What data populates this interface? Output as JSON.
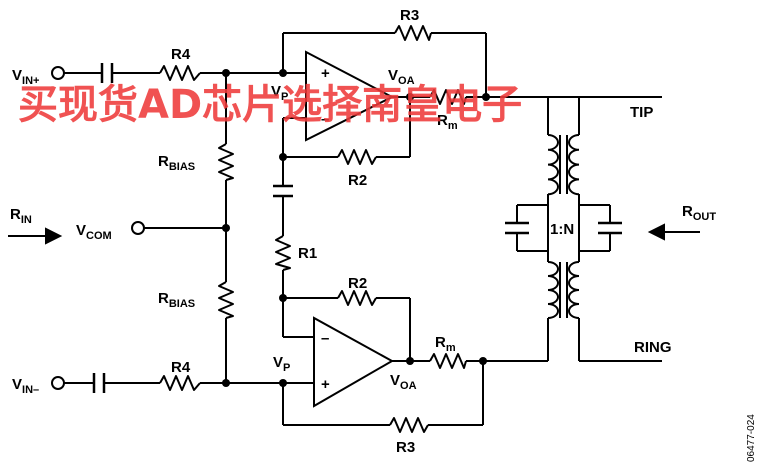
{
  "labels": {
    "vin_plus": "V",
    "vin_plus_sub": "IN+",
    "vin_minus": "V",
    "vin_minus_sub": "IN–",
    "vcom": "V",
    "vcom_sub": "COM",
    "rin": "R",
    "rin_sub": "IN",
    "rout": "R",
    "rout_sub": "OUT",
    "r4_top": "R4",
    "r4_bot": "R4",
    "rbias_top": "R",
    "rbias_top_sub": "BIAS",
    "rbias_bot": "R",
    "rbias_bot_sub": "BIAS",
    "r1": "R1",
    "r2_top": "R2",
    "r2_bot": "R2",
    "r3_top": "R3",
    "r3_bot": "R3",
    "rm_top": "R",
    "rm_top_sub": "m",
    "rm_bot": "R",
    "rm_bot_sub": "m",
    "vp_top": "V",
    "vp_top_sub": "P",
    "vp_bot": "V",
    "vp_bot_sub": "P",
    "voa_top": "V",
    "voa_top_sub": "OA",
    "voa_bot": "V",
    "voa_bot_sub": "OA",
    "plus_top": "+",
    "minus_top": "–",
    "plus_bot": "+",
    "minus_bot": "–",
    "ratio": "1:N",
    "tip": "TIP",
    "ring": "RING",
    "figure_id": "06477-024"
  },
  "watermark": "买现货AD芯片选择南皇电子",
  "colors": {
    "line": "#000000",
    "watermark": "#ee3b3b"
  }
}
